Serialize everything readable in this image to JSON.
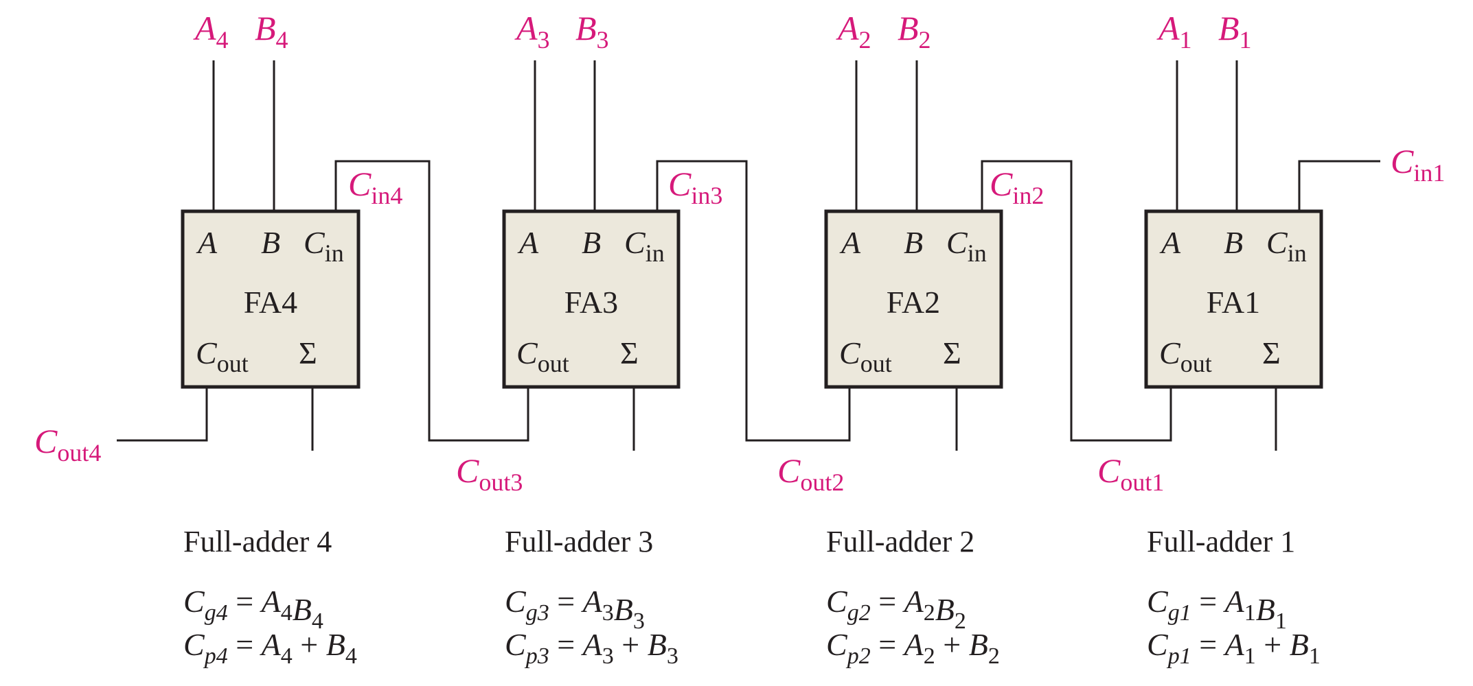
{
  "colors": {
    "signal": "#d6197a",
    "ink": "#231f20",
    "box_fill": "#ece8dc"
  },
  "pins": {
    "a": "A",
    "b": "B",
    "c": "C",
    "in": "in",
    "out": "out",
    "sigma": "Σ"
  },
  "adders": [
    {
      "name": "FA4",
      "caption": "Full-adder 4",
      "input_a": {
        "base": "A",
        "sub": "4"
      },
      "input_b": {
        "base": "B",
        "sub": "4"
      },
      "carry_in": {
        "base": "C",
        "sub": "in4"
      },
      "carry_out": {
        "base": "C",
        "sub": "out4"
      },
      "generate": {
        "lhs": "C",
        "lhs_sub": "g4",
        "eq": " = ",
        "t1": "A",
        "t1_sub": "4",
        "op": "",
        "t2": "B",
        "t2_sub": "4"
      },
      "propagate": {
        "lhs": "C",
        "lhs_sub": "p4",
        "eq": " = ",
        "t1": "A",
        "t1_sub": "4",
        "op": " + ",
        "t2": "B",
        "t2_sub": "4"
      }
    },
    {
      "name": "FA3",
      "caption": "Full-adder 3",
      "input_a": {
        "base": "A",
        "sub": "3"
      },
      "input_b": {
        "base": "B",
        "sub": "3"
      },
      "carry_in": {
        "base": "C",
        "sub": "in3"
      },
      "carry_out": {
        "base": "C",
        "sub": "out3"
      },
      "generate": {
        "lhs": "C",
        "lhs_sub": "g3",
        "eq": " = ",
        "t1": "A",
        "t1_sub": "3",
        "op": "",
        "t2": "B",
        "t2_sub": "3"
      },
      "propagate": {
        "lhs": "C",
        "lhs_sub": "p3",
        "eq": " = ",
        "t1": "A",
        "t1_sub": "3",
        "op": " + ",
        "t2": "B",
        "t2_sub": "3"
      }
    },
    {
      "name": "FA2",
      "caption": "Full-adder 2",
      "input_a": {
        "base": "A",
        "sub": "2"
      },
      "input_b": {
        "base": "B",
        "sub": "2"
      },
      "carry_in": {
        "base": "C",
        "sub": "in2"
      },
      "carry_out": {
        "base": "C",
        "sub": "out2"
      },
      "generate": {
        "lhs": "C",
        "lhs_sub": "g2",
        "eq": " = ",
        "t1": "A",
        "t1_sub": "2",
        "op": "",
        "t2": "B",
        "t2_sub": "2"
      },
      "propagate": {
        "lhs": "C",
        "lhs_sub": "p2",
        "eq": " = ",
        "t1": "A",
        "t1_sub": "2",
        "op": " + ",
        "t2": "B",
        "t2_sub": "2"
      }
    },
    {
      "name": "FA1",
      "caption": "Full-adder 1",
      "input_a": {
        "base": "A",
        "sub": "1"
      },
      "input_b": {
        "base": "B",
        "sub": "1"
      },
      "carry_in": {
        "base": "C",
        "sub": "in1"
      },
      "carry_out": {
        "base": "C",
        "sub": "out1"
      },
      "generate": {
        "lhs": "C",
        "lhs_sub": "g1",
        "eq": " = ",
        "t1": "A",
        "t1_sub": "1",
        "op": "",
        "t2": "B",
        "t2_sub": "1"
      },
      "propagate": {
        "lhs": "C",
        "lhs_sub": "p1",
        "eq": " = ",
        "t1": "A",
        "t1_sub": "1",
        "op": " + ",
        "t2": "B",
        "t2_sub": "1"
      }
    }
  ]
}
